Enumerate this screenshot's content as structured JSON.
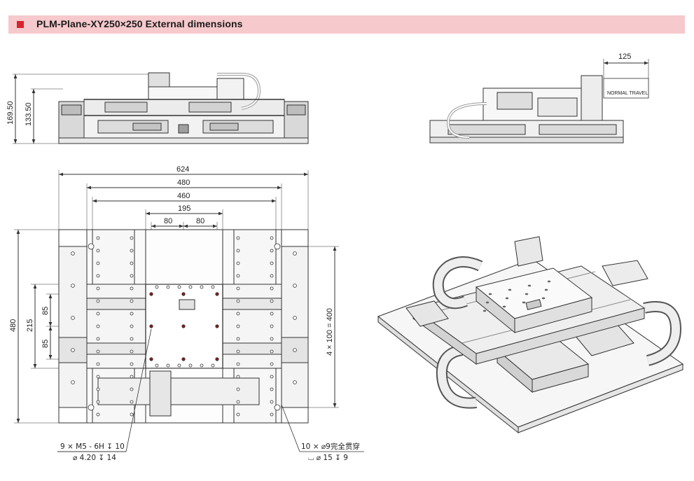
{
  "header": {
    "title": "PLM-Plane-XY250×250 External dimensions",
    "accent_color": "#d8242f",
    "band_color": "#f6c9cc"
  },
  "side_view": {
    "height_total": "169.50",
    "height_body": "133.50"
  },
  "end_view": {
    "travel_value": "125",
    "travel_label": "NORMAL TRAVEL"
  },
  "top_view": {
    "width_overall": "624",
    "width_base": "480",
    "width_rail": "460",
    "width_table": "195",
    "pitch_left": "80",
    "pitch_right": "80",
    "height_overall": "480",
    "height_table": "215",
    "pitch_upper": "85",
    "pitch_lower": "85",
    "hole_pattern": "4 × 100 = 400"
  },
  "callouts": {
    "tapped_line1": "9 × M5 - 6H ↧ 10",
    "tapped_line2": "⌀ 4.20 ↧ 14",
    "through_line1": "10 × ⌀9完全贯穿",
    "through_line2": "⌴ ⌀ 15 ↧ 9"
  },
  "icons": [
    "header-square-icon",
    "carriage-isometric-icon"
  ]
}
